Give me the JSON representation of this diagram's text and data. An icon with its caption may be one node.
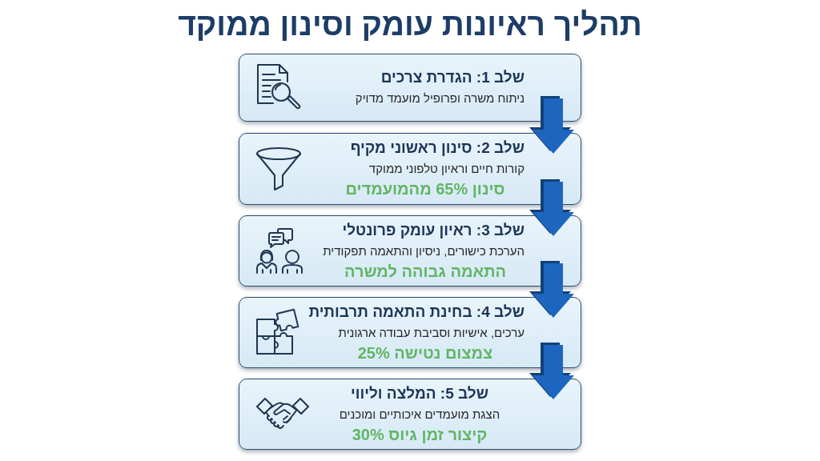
{
  "diagram": {
    "title": "תהליך ראיונות עומק וסינון ממוקד",
    "nodes": [
      {
        "text": [
          "שלב 1: הגדרת צרכים",
          "ניתוח משרה ופרופיל מועמד מדויק"
        ]
      },
      {
        "text": [
          "שלב 2: סינון ראשוני מקיף",
          "קורות חיים וראיון טלפוני ממוקד",
          "סינון 65% מהמועמדים"
        ]
      },
      {
        "text": [
          "שלב 3: ראיון עומק פרונטלי",
          "הערכת כישורים, ניסיון והתאמה תפקודית",
          "התאמה גבוהה למשרה"
        ]
      },
      {
        "text": [
          "שלב 4: בחינת התאמה תרבותית",
          "ערכים, אישיות וסביבת עבודה ארגונית",
          "צמצום נטישה 25%"
        ]
      },
      {
        "text": [
          "שלב 5: המלצה וליווי",
          "הצגת מועמדים איכותיים ומוכנים",
          "קיצור זמן גיוס 30%"
        ]
      }
    ],
    "edges": [
      {
        "from": 0,
        "to": 1,
        "arrow": "to"
      },
      {
        "from": 1,
        "to": 2,
        "arrow": "to"
      },
      {
        "from": 2,
        "to": 3,
        "arrow": "to"
      },
      {
        "from": 3,
        "to": 4,
        "arrow": "to"
      }
    ]
  }
}
